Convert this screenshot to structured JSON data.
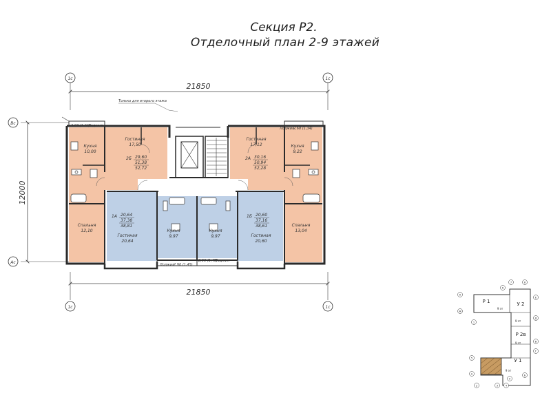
{
  "title": {
    "line1": "Секция Р2.",
    "line2": "Отделочный план 2-9 этажей"
  },
  "axes": {
    "col_left": "1с",
    "col_right": "1с",
    "row_top": "Вс",
    "row_bottom": "Ас"
  },
  "dimensions": {
    "width_top": "21850",
    "width_bottom": "21850",
    "height": "12000",
    "loggia_tl": "2,68 (1,34)",
    "loggia_tr": "2,68 (1,34)",
    "loggia_bl": "2,90 (1,45)",
    "loggia_br": "2,90 (1,45)",
    "loggia_word": "Лоджия"
  },
  "notes": {
    "second_floor_only": "Только для второго этажа"
  },
  "apartments": {
    "a2b": {
      "code": "2Б",
      "area1": "29,60",
      "area2": "51,38",
      "area3": "52,72"
    },
    "a2a": {
      "code": "2А",
      "area1": "30,16",
      "area2": "50,94",
      "area3": "52,28"
    },
    "a1a": {
      "code": "1А",
      "area1": "20,64",
      "area2": "37,38",
      "area3": "38,81"
    },
    "a1b": {
      "code": "1Б",
      "area1": "20,60",
      "area2": "37,16",
      "area3": "38,61"
    }
  },
  "rooms": [
    {
      "key": "kitchen_tl",
      "name": "Кухня",
      "area": "10,00"
    },
    {
      "key": "living_tl",
      "name": "Гостиная",
      "area": "17,50"
    },
    {
      "key": "living_tr",
      "name": "Гостиная",
      "area": "17,12"
    },
    {
      "key": "kitchen_tr",
      "name": "Кухня",
      "area": "9,22"
    },
    {
      "key": "bedroom_l",
      "name": "Спальня",
      "area": "12,10"
    },
    {
      "key": "living_bl",
      "name": "Гостиная",
      "area": "20,64"
    },
    {
      "key": "kitchen_bl",
      "name": "Кухня",
      "area": "9,97"
    },
    {
      "key": "kitchen_br",
      "name": "Кухня",
      "area": "9,97"
    },
    {
      "key": "living_br",
      "name": "Гостиная",
      "area": "20,60"
    },
    {
      "key": "bedroom_r",
      "name": "Спальня",
      "area": "13,04"
    }
  ],
  "keyplan": {
    "sections": [
      "Р 1",
      "У 2",
      "Р 2в",
      "У 1"
    ],
    "span": "9 эт",
    "axis_marks": [
      "К",
      "Ж",
      "1",
      "А",
      "5",
      "2",
      "3",
      "4",
      "6",
      "7",
      "8",
      "9",
      "Б",
      "Г",
      "В",
      "Д",
      "Е"
    ]
  },
  "colors": {
    "peach": "#f4c4a6",
    "blue": "#bed0e6",
    "wall": "#2a2a2a",
    "dim_line": "#444444",
    "highlight": "#c79b62"
  }
}
